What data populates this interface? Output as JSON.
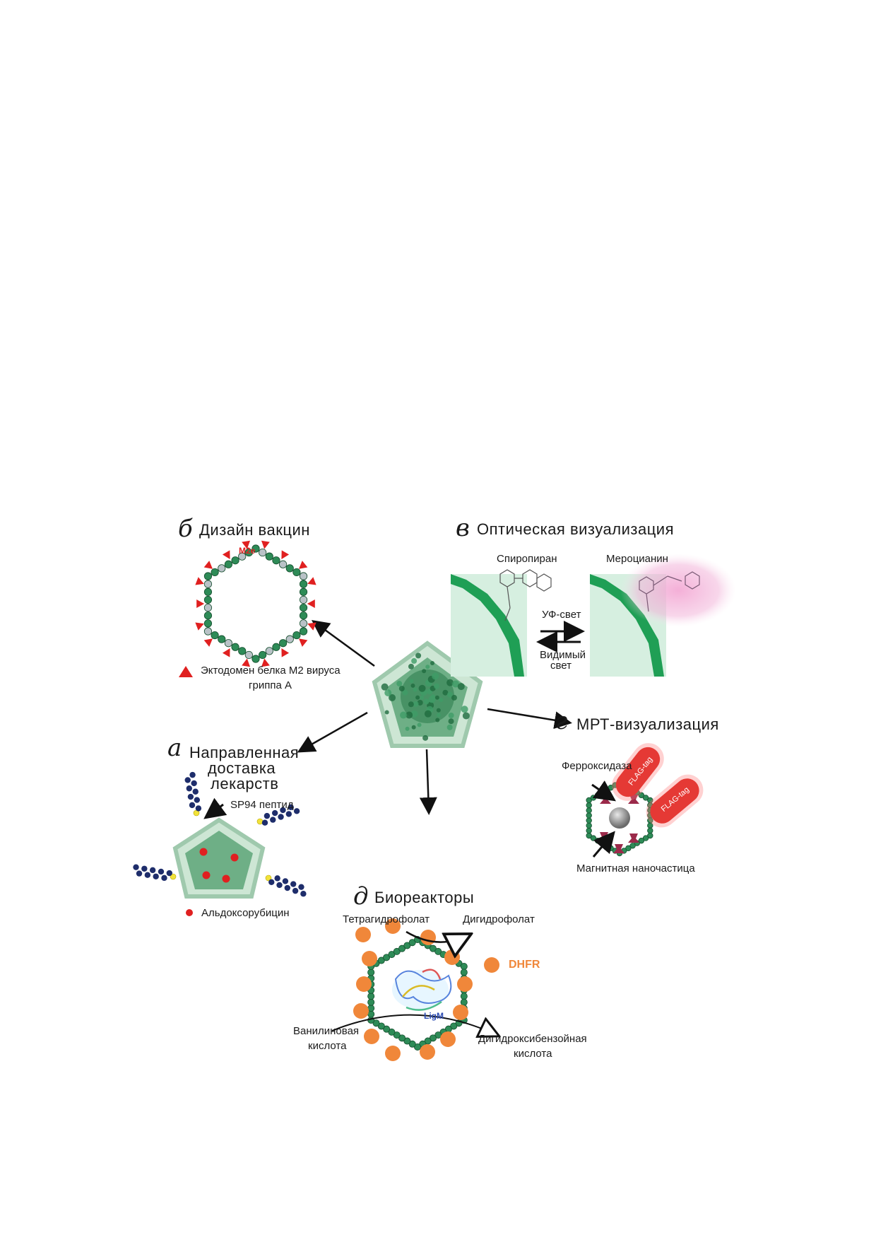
{
  "panels": {
    "b": {
      "letter": "б",
      "title": "Дизайн вакцин",
      "tag": "M2e",
      "legend": "Эктодомен белка М2 вируса",
      "legend2": "гриппа А"
    },
    "v": {
      "letter": "в",
      "title": "Оптическая визуализация",
      "left": "Спиропиран",
      "right": "Мероцианин",
      "uv": "УФ-свет",
      "visible": "Видимый",
      "visible2": "свет"
    },
    "a": {
      "letter": "а",
      "title1": "Направленная",
      "title2": "доставка",
      "title3": "лекарств",
      "peptide": "SP94 пептид",
      "drug": "Альдоксорубицин"
    },
    "g": {
      "letter": "г",
      "title": "МРТ-визуализация",
      "ferro": "Ферроксидаза",
      "magnet": "Магнитная наночастица",
      "flag1": "FLAG-tag",
      "flag2": "FLAG-tag"
    },
    "d": {
      "letter": "д",
      "title": "Биореакторы",
      "thf": "Тетрагидрофолат",
      "dhf": "Дигидрофолат",
      "dhfr": "DHFR",
      "ligm": "LigM",
      "van": "Ванилиновая",
      "van2": "кислота",
      "dhb": "Дигидроксибензойная",
      "dhb2": "кислота"
    }
  },
  "colors": {
    "green": "#2e8b57",
    "dark_green": "#1f6b3e",
    "red": "#e02020",
    "navy": "#1e2d6b",
    "orange": "#f0873a",
    "pink": "#e88fc4",
    "maroon": "#9b2a4a",
    "flag": "#e53935"
  }
}
